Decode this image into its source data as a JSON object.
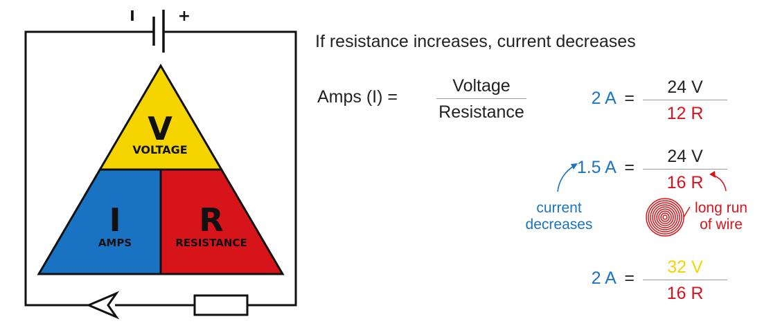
{
  "colors": {
    "voltage": "#f5d400",
    "current": "#1a73c2",
    "resistance": "#d8141b",
    "line": "#111111",
    "text": "#222222"
  },
  "battery": {
    "negative_symbol": "I",
    "positive_symbol": "+"
  },
  "triangle": {
    "voltage": {
      "letter": "V",
      "label": "VOLTAGE"
    },
    "amps": {
      "letter": "I",
      "label": "AMPS"
    },
    "resistance": {
      "letter": "R",
      "label": "RESISTANCE"
    }
  },
  "heading": "If resistance increases, current decreases",
  "formula": {
    "label": "Amps (I) =",
    "numerator": "Voltage",
    "denominator": "Resistance"
  },
  "examples": [
    {
      "current": "2 A",
      "equals": "=",
      "voltage": "24 V",
      "resistance": "12 R"
    },
    {
      "current": "1.5 A",
      "equals": "=",
      "voltage": "24 V",
      "resistance": "16 R"
    },
    {
      "current": "2 A",
      "equals": "=",
      "voltage": "32 V",
      "resistance": "16 R"
    }
  ],
  "notes": {
    "current_line1": "current",
    "current_line2": "decreases",
    "wire_line1": "long run",
    "wire_line2": "of wire"
  },
  "icons": [
    "battery-icon",
    "resistor-icon",
    "current-direction-arrow-icon",
    "wire-coil-icon"
  ]
}
